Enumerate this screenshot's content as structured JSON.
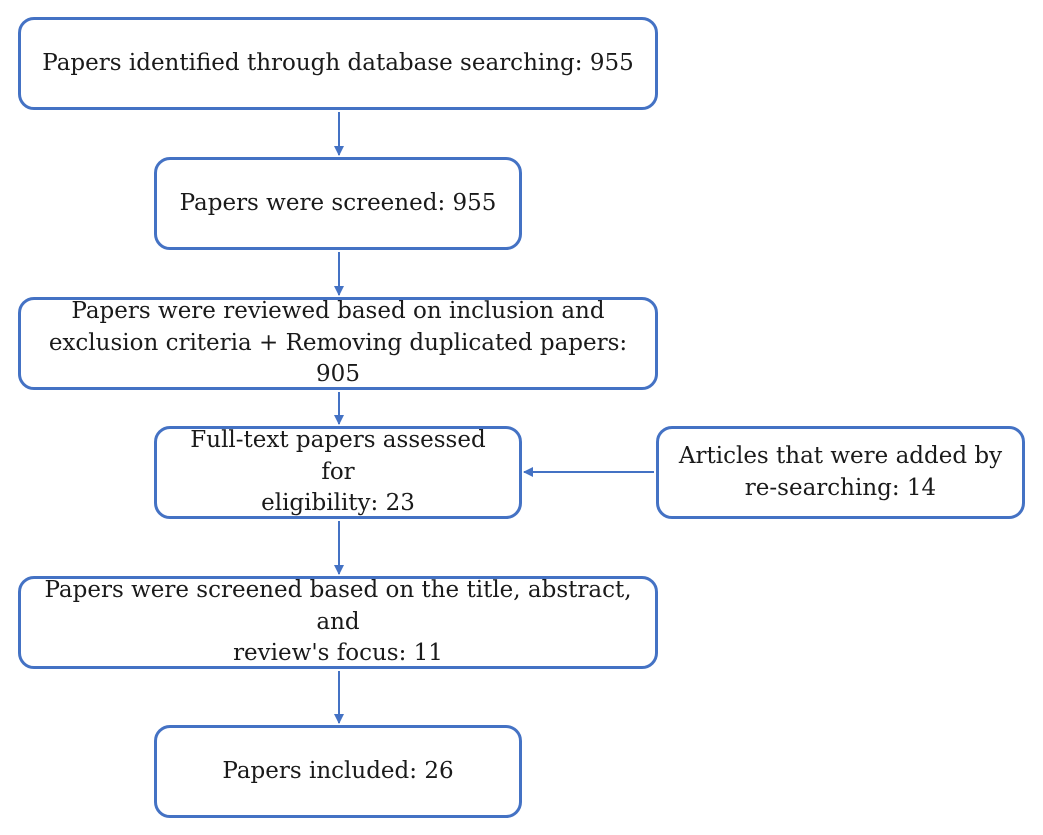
{
  "nodes": [
    {
      "id": "identified",
      "lines": [
        "Papers identified through database searching: 955"
      ]
    },
    {
      "id": "screened",
      "lines": [
        "Papers were screened: 955"
      ]
    },
    {
      "id": "reviewed",
      "lines": [
        "Papers were reviewed based on inclusion and",
        "exclusion criteria + Removing duplicated papers: 905"
      ]
    },
    {
      "id": "full_text",
      "lines": [
        "Full-text papers assessed for",
        "eligibility: 23"
      ]
    },
    {
      "id": "added",
      "lines": [
        "Articles that were added by",
        "re-searching: 14"
      ]
    },
    {
      "id": "screened_title",
      "lines": [
        "Papers were screened based on the title, abstract, and",
        "review's focus: 11"
      ]
    },
    {
      "id": "included",
      "lines": [
        "Papers included: 26"
      ]
    }
  ],
  "edges": [
    {
      "from": "identified",
      "to": "screened"
    },
    {
      "from": "screened",
      "to": "reviewed"
    },
    {
      "from": "reviewed",
      "to": "full_text"
    },
    {
      "from": "added",
      "to": "full_text"
    },
    {
      "from": "full_text",
      "to": "screened_title"
    },
    {
      "from": "screened_title",
      "to": "included"
    }
  ],
  "colors": {
    "border": "#4472c4",
    "arrow": "#4472c4",
    "text": "#1a1a1a",
    "background": "#ffffff"
  }
}
